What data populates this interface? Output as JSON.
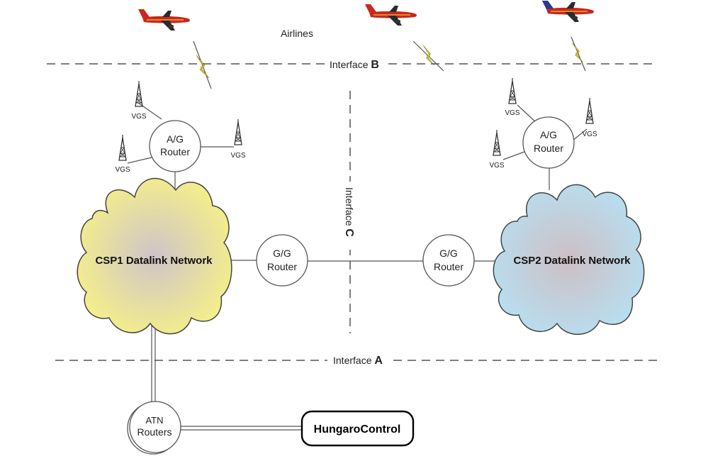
{
  "airlines_label": "Airlines",
  "interfaces": {
    "b": {
      "text": "Interface ",
      "letter": "B"
    },
    "c": {
      "text": "Interface ",
      "letter": "C"
    },
    "a": {
      "text": "Interface ",
      "letter": "A"
    }
  },
  "csp1": {
    "network_label": "CSP1 Datalink Network",
    "ag_router": {
      "line1": "A/G",
      "line2": "Router"
    },
    "gg_router": {
      "line1": "G/G",
      "line2": "Router"
    },
    "vgs": [
      "VGS",
      "VGS",
      "VGS"
    ]
  },
  "csp2": {
    "network_label": "CSP2 Datalink Network",
    "ag_router": {
      "line1": "A/G",
      "line2": "Router"
    },
    "gg_router": {
      "line1": "G/G",
      "line2": "Router"
    },
    "vgs": [
      "VGS",
      "VGS",
      "VGS"
    ]
  },
  "atn_router": {
    "line1": "ATN",
    "line2": "Routers"
  },
  "hungarocontrol_label": "HungaroControl",
  "colors": {
    "csp1_cloud": "#f4ef8a",
    "csp2_cloud": "#b8def0",
    "cloud_center": "#cfc4c8",
    "line": "#555555",
    "airplane_red": "#c8281e",
    "airplane_blue": "#2b3a8c",
    "lightning": "#d6c81c"
  }
}
